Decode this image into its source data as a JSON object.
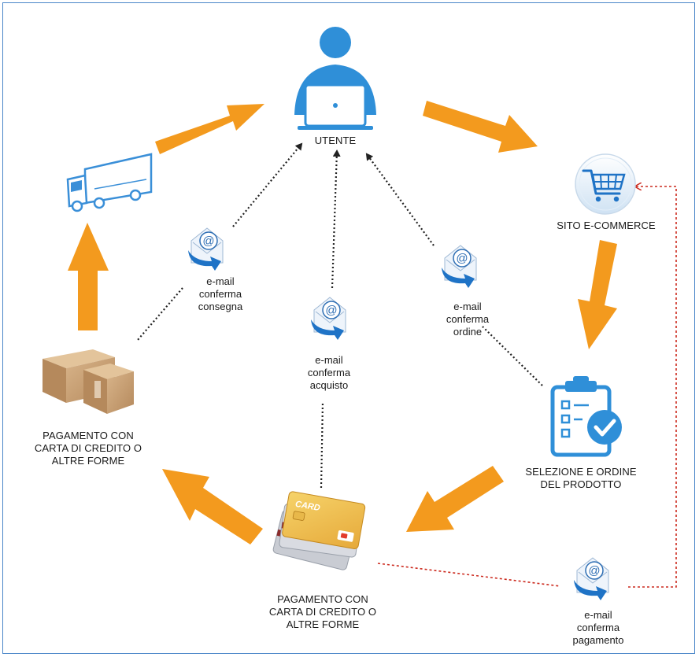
{
  "nodes": {
    "utente": "UTENTE",
    "sito": "SITO E-COMMERCE",
    "selezione": [
      "SELEZIONE E ORDINE",
      "DEL PRODOTTO"
    ],
    "pagamento_card": [
      "PAGAMENTO CON",
      "CARTA DI CREDITO O",
      "ALTRE FORME"
    ],
    "pagamento_boxes": [
      "PAGAMENTO CON",
      "CARTA DI CREDITO O",
      "ALTRE FORME"
    ]
  },
  "emails": {
    "consegna": [
      "e-mail",
      "conferma",
      "consegna"
    ],
    "acquisto": [
      "e-mail",
      "conferma",
      "acquisto"
    ],
    "ordine": [
      "e-mail",
      "conferma",
      "ordine"
    ],
    "pagamento": [
      "e-mail",
      "conferma",
      "pagamento"
    ]
  },
  "card_text": "CARD",
  "colors": {
    "flow_arrow": "#f39a1e",
    "user_blue": "#2f8fd8",
    "dotted_black": "#222222",
    "dotted_red": "#cc2a1e",
    "frame": "#4a86c8"
  }
}
